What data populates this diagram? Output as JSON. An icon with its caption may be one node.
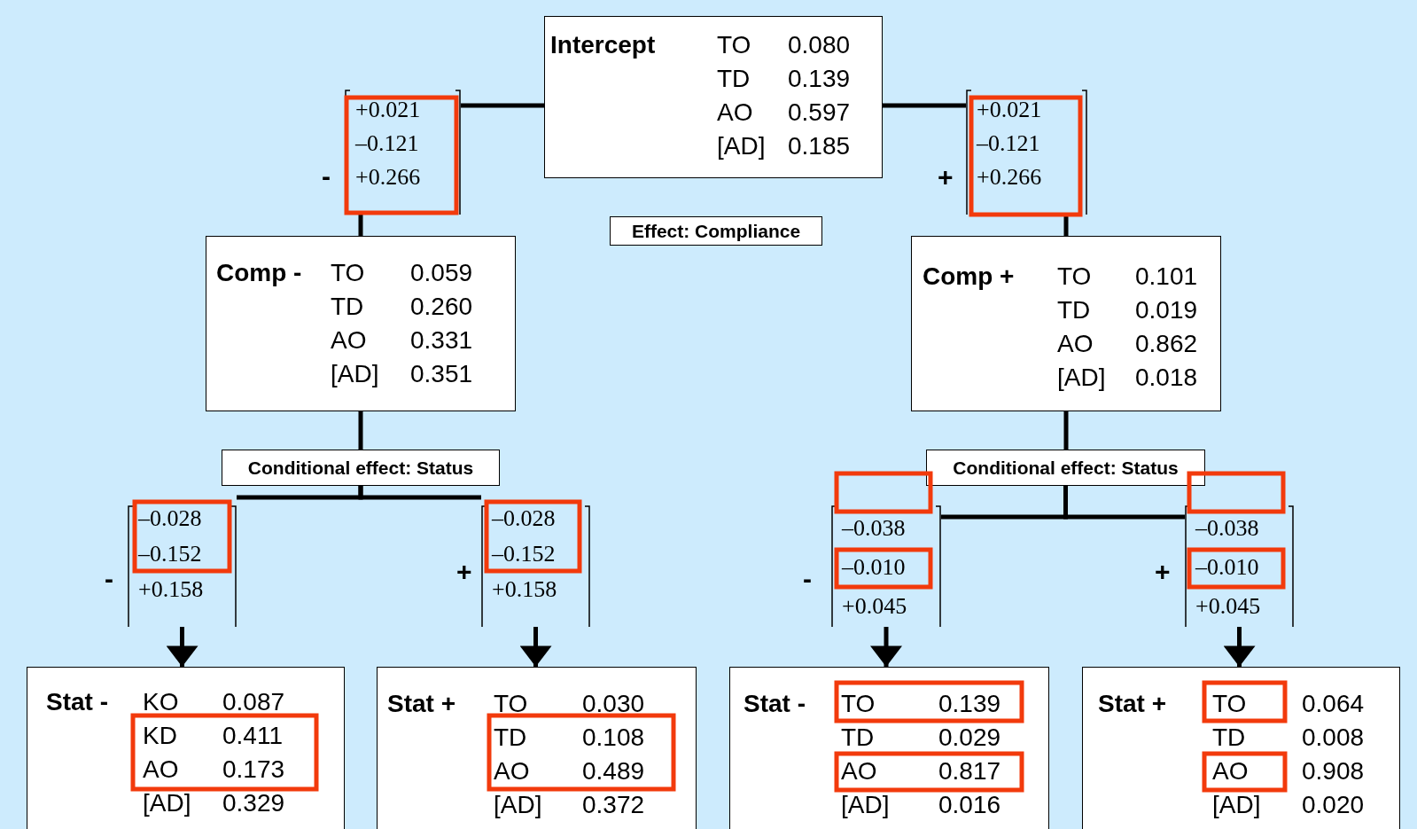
{
  "diagram": {
    "nodes": [
      {
        "text": [
          "Intercept",
          "TO",
          "0.080",
          "TD",
          "0.139",
          "AO",
          "0.597",
          "[AD]",
          "0.185"
        ]
      },
      {
        "text": [
          "+0.021",
          "–0.121",
          "+0.266"
        ],
        "beside": [
          "-"
        ]
      },
      {
        "text": [
          "+0.021",
          "–0.121",
          "+0.266"
        ],
        "beside": [
          "+"
        ]
      },
      {
        "text": [
          "Effect: Compliance"
        ]
      },
      {
        "text": [
          "Comp -",
          "TO",
          "0.059",
          "TD",
          "0.260",
          "AO",
          "0.331",
          "[AD]",
          "0.351"
        ]
      },
      {
        "text": [
          "Comp +",
          "TO",
          "0.101",
          "TD",
          "0.019",
          "AO",
          "0.862",
          "[AD]",
          "0.018"
        ]
      },
      {
        "text": [
          "Conditional effect: Status"
        ]
      },
      {
        "text": [
          "Conditional effect: Status"
        ]
      },
      {
        "text": [
          "–0.028",
          "–0.152",
          "+0.158"
        ],
        "beside": [
          "-"
        ]
      },
      {
        "text": [
          "–0.028",
          "–0.152",
          "+0.158"
        ],
        "beside": [
          "+"
        ]
      },
      {
        "text": [
          "–0.038",
          "–0.010",
          "+0.045"
        ],
        "beside": [
          "-"
        ]
      },
      {
        "text": [
          "–0.038",
          "–0.010",
          "+0.045"
        ],
        "beside": [
          "+"
        ]
      },
      {
        "text": [
          "Stat -",
          "KO",
          "0.087",
          "KD",
          "0.411",
          "AO",
          "0.173",
          "[AD]",
          "0.329"
        ]
      },
      {
        "text": [
          "Stat +",
          "TO",
          "0.030",
          "TD",
          "0.108",
          "AO",
          "0.489",
          "[AD]",
          "0.372"
        ]
      },
      {
        "text": [
          "Stat -",
          "TO",
          "0.139",
          "TD",
          "0.029",
          "AO",
          "0.817",
          "[AD]",
          "0.016"
        ]
      },
      {
        "text": [
          "Stat +",
          "TO",
          "0.064",
          "TD",
          "0.008",
          "AO",
          "0.908",
          "[AD]",
          "0.020"
        ]
      }
    ],
    "edges": [
      {
        "from": 0,
        "to": 1,
        "arrow": "none"
      },
      {
        "from": 0,
        "to": 2,
        "arrow": "none"
      },
      {
        "from": 1,
        "to": 4,
        "arrow": "none"
      },
      {
        "from": 2,
        "to": 5,
        "arrow": "none"
      },
      {
        "from": 4,
        "to": 6,
        "arrow": "none"
      },
      {
        "from": 5,
        "to": 7,
        "arrow": "none"
      },
      {
        "from": 6,
        "to": 8,
        "arrow": "none"
      },
      {
        "from": 6,
        "to": 9,
        "arrow": "none"
      },
      {
        "from": 7,
        "to": 10,
        "arrow": "none"
      },
      {
        "from": 7,
        "to": 11,
        "arrow": "none"
      },
      {
        "from": 8,
        "to": 12,
        "arrow": "to"
      },
      {
        "from": 9,
        "to": 13,
        "arrow": "to"
      },
      {
        "from": 10,
        "to": 14,
        "arrow": "to"
      },
      {
        "from": 11,
        "to": 15,
        "arrow": "to"
      }
    ]
  }
}
